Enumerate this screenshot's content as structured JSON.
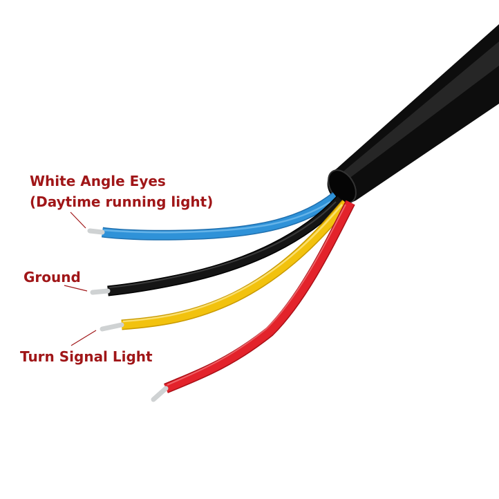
{
  "labels": {
    "white_angle_eyes_line1": "White Angle Eyes",
    "white_angle_eyes_line2": "(Daytime running light)",
    "ground": "Ground",
    "turn_signal_light": "Turn Signal Light"
  },
  "colors": {
    "label_text": "#a01618",
    "leader_line": "#a01618",
    "jacket": "#0d0d0d",
    "wire_blue": "#2f92d8",
    "wire_black": "#111111",
    "wire_yellow": "#f2c20e",
    "wire_red": "#e3232b",
    "conductor": "#cfd2d3"
  },
  "wires": [
    {
      "color_name": "blue",
      "function": "White Angle Eyes (Daytime running light)"
    },
    {
      "color_name": "black",
      "function": "Ground"
    },
    {
      "color_name": "yellow",
      "function": "Turn Signal Light"
    },
    {
      "color_name": "red",
      "function": ""
    }
  ]
}
